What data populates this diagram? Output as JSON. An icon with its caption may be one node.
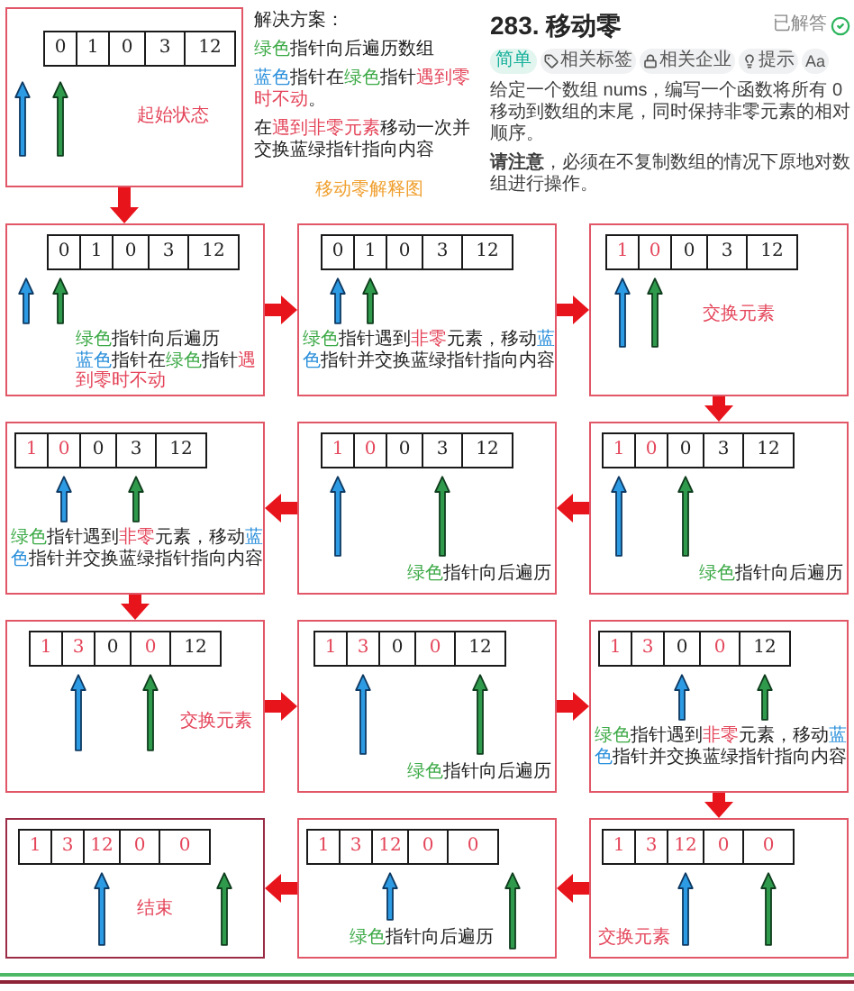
{
  "diagram": {
    "nodes": [
      {
        "text": [
          "起始状态"
        ]
      },
      {
        "text": [
          "0"
        ],
        "in": 0
      },
      {
        "text": [
          "1"
        ],
        "in": 0
      },
      {
        "text": [
          "0"
        ],
        "in": 0
      },
      {
        "text": [
          "3"
        ],
        "in": 0
      },
      {
        "text": [
          "12"
        ],
        "in": 0
      },
      {
        "text": [
          "绿色指针向后遍历",
          "蓝色指针在绿色指针遇到零时不动"
        ]
      },
      {
        "text": [
          "0"
        ],
        "in": 6
      },
      {
        "text": [
          "1"
        ],
        "in": 6
      },
      {
        "text": [
          "0"
        ],
        "in": 6
      },
      {
        "text": [
          "3"
        ],
        "in": 6
      },
      {
        "text": [
          "12"
        ],
        "in": 6
      },
      {
        "text": [
          "绿色指针遇到非零元素，移动蓝色指针并交换蓝绿指针指向内容"
        ]
      },
      {
        "text": [
          "0"
        ],
        "in": 12
      },
      {
        "text": [
          "1"
        ],
        "in": 12
      },
      {
        "text": [
          "0"
        ],
        "in": 12
      },
      {
        "text": [
          "3"
        ],
        "in": 12
      },
      {
        "text": [
          "12"
        ],
        "in": 12
      },
      {
        "text": [
          "交换元素"
        ]
      },
      {
        "text": [
          "1"
        ],
        "in": 18
      },
      {
        "text": [
          "0"
        ],
        "in": 18
      },
      {
        "text": [
          "0"
        ],
        "in": 18
      },
      {
        "text": [
          "3"
        ],
        "in": 18
      },
      {
        "text": [
          "12"
        ],
        "in": 18
      },
      {
        "text": [
          "绿色指针向后遍历"
        ]
      },
      {
        "text": [
          "1"
        ],
        "in": 24
      },
      {
        "text": [
          "0"
        ],
        "in": 24
      },
      {
        "text": [
          "0"
        ],
        "in": 24
      },
      {
        "text": [
          "3"
        ],
        "in": 24
      },
      {
        "text": [
          "12"
        ],
        "in": 24
      },
      {
        "text": [
          "绿色指针向后遍历"
        ]
      },
      {
        "text": [
          "1"
        ],
        "in": 30
      },
      {
        "text": [
          "0"
        ],
        "in": 30
      },
      {
        "text": [
          "0"
        ],
        "in": 30
      },
      {
        "text": [
          "3"
        ],
        "in": 30
      },
      {
        "text": [
          "12"
        ],
        "in": 30
      },
      {
        "text": [
          "绿色指针遇到非零元素，移动蓝色指针并交换蓝绿指针指向内容"
        ]
      },
      {
        "text": [
          "1"
        ],
        "in": 36
      },
      {
        "text": [
          "0"
        ],
        "in": 36
      },
      {
        "text": [
          "0"
        ],
        "in": 36
      },
      {
        "text": [
          "3"
        ],
        "in": 36
      },
      {
        "text": [
          "12"
        ],
        "in": 36
      },
      {
        "text": [
          "交换元素"
        ]
      },
      {
        "text": [
          "1"
        ],
        "in": 42
      },
      {
        "text": [
          "3"
        ],
        "in": 42
      },
      {
        "text": [
          "0"
        ],
        "in": 42
      },
      {
        "text": [
          "0"
        ],
        "in": 42
      },
      {
        "text": [
          "12"
        ],
        "in": 42
      },
      {
        "text": [
          "绿色指针向后遍历"
        ]
      },
      {
        "text": [
          "1"
        ],
        "in": 48
      },
      {
        "text": [
          "3"
        ],
        "in": 48
      },
      {
        "text": [
          "0"
        ],
        "in": 48
      },
      {
        "text": [
          "0"
        ],
        "in": 48
      },
      {
        "text": [
          "12"
        ],
        "in": 48
      },
      {
        "text": [
          "绿色指针遇到非零元素，移动蓝色指针并交换蓝绿指针指向内容"
        ]
      },
      {
        "text": [
          "1"
        ],
        "in": 54
      },
      {
        "text": [
          "3"
        ],
        "in": 54
      },
      {
        "text": [
          "0"
        ],
        "in": 54
      },
      {
        "text": [
          "0"
        ],
        "in": 54
      },
      {
        "text": [
          "12"
        ],
        "in": 54
      },
      {
        "text": [
          "交换元素"
        ]
      },
      {
        "text": [
          "1"
        ],
        "in": 60
      },
      {
        "text": [
          "3"
        ],
        "in": 60
      },
      {
        "text": [
          "12"
        ],
        "in": 60
      },
      {
        "text": [
          "0"
        ],
        "in": 60
      },
      {
        "text": [
          "0"
        ],
        "in": 60
      },
      {
        "text": [
          "绿色指针向后遍历"
        ]
      },
      {
        "text": [
          "1"
        ],
        "in": 66
      },
      {
        "text": [
          "3"
        ],
        "in": 66
      },
      {
        "text": [
          "12"
        ],
        "in": 66
      },
      {
        "text": [
          "0"
        ],
        "in": 66
      },
      {
        "text": [
          "0"
        ],
        "in": 66
      },
      {
        "text": [
          "结束"
        ]
      },
      {
        "text": [
          "1"
        ],
        "in": 72
      },
      {
        "text": [
          "3"
        ],
        "in": 72
      },
      {
        "text": [
          "12"
        ],
        "in": 72
      },
      {
        "text": [
          "0"
        ],
        "in": 72
      },
      {
        "text": [
          "0"
        ],
        "in": 72
      }
    ],
    "edges": [
      {
        "from": 0,
        "to": 6,
        "arrow": "to"
      },
      {
        "from": 6,
        "to": 12,
        "arrow": "to"
      },
      {
        "from": 12,
        "to": 18,
        "arrow": "to"
      },
      {
        "from": 18,
        "to": 24,
        "arrow": "to"
      },
      {
        "from": 24,
        "to": 30,
        "arrow": "to"
      },
      {
        "from": 30,
        "to": 36,
        "arrow": "to"
      },
      {
        "from": 36,
        "to": 42,
        "arrow": "to"
      },
      {
        "from": 42,
        "to": 48,
        "arrow": "to"
      },
      {
        "from": 48,
        "to": 54,
        "arrow": "to"
      },
      {
        "from": 54,
        "to": 60,
        "arrow": "to"
      },
      {
        "from": 60,
        "to": 66,
        "arrow": "to"
      },
      {
        "from": 66,
        "to": 72,
        "arrow": "to"
      }
    ],
    "labels": [
      "解决方案：",
      "绿色指针向后遍历数组",
      "蓝色指针在绿色指针遇到零时不动。",
      "在遇到非零元素移动一次并交换蓝绿指针指向内容",
      "移动零解释图",
      "283. 移动零",
      "已解答",
      "简单",
      "相关标签",
      "相关企业",
      "提示",
      "Aa",
      "给定一个数组 nums，编写一个函数将所有 0 移动到数组的末尾，同时保持非零元素的相对顺序。",
      "**请注意**，必须在不复制数组的情况下原地对数组进行操作。"
    ]
  }
}
